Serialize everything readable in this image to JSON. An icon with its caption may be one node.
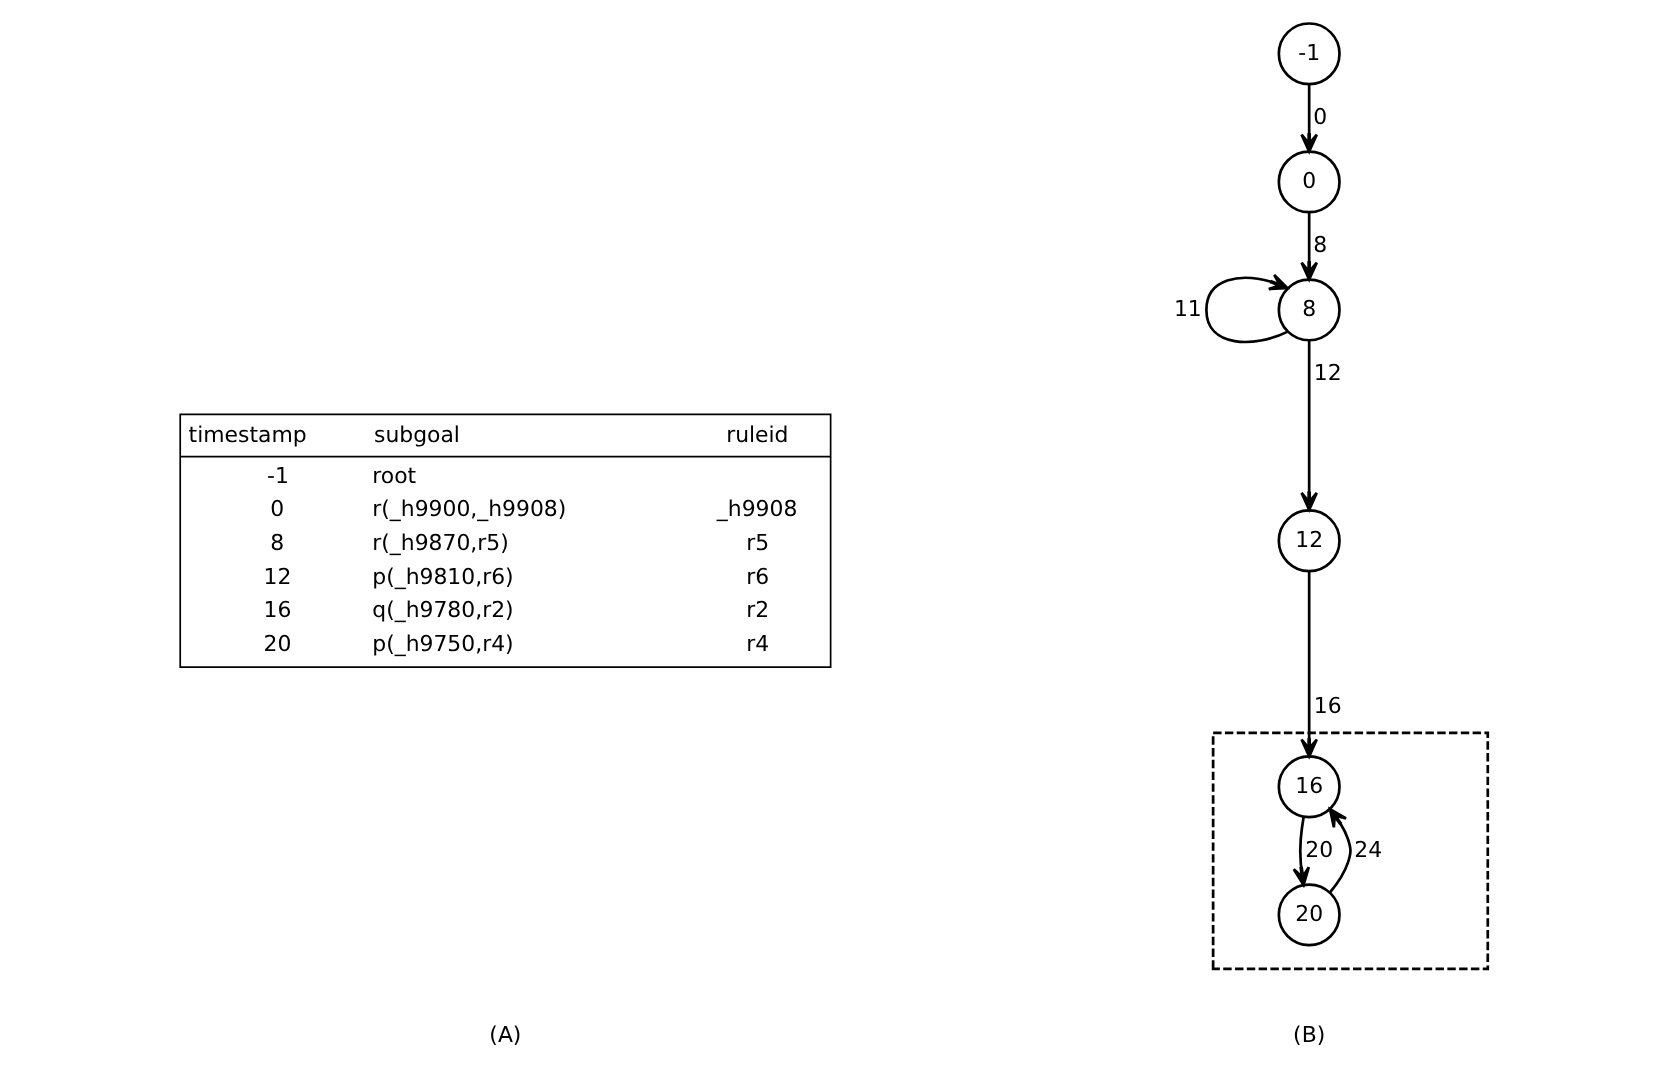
{
  "diagram": {
    "nodes": [
      {
        "text": [
          "-1"
        ]
      },
      {
        "text": [
          "0"
        ]
      },
      {
        "text": [
          "8"
        ]
      },
      {
        "text": [
          "12"
        ]
      },
      {
        "text": [],
        "shape": "box"
      },
      {
        "text": [
          "16"
        ],
        "in": 4
      },
      {
        "text": [
          "20"
        ],
        "in": 4
      }
    ],
    "edges": [
      {
        "from": 0,
        "to": 1,
        "arrow": "to",
        "label": "0"
      },
      {
        "from": 1,
        "to": 2,
        "arrow": "to",
        "label": "8"
      },
      {
        "from": 2,
        "to": 2,
        "arrow": "to",
        "label": "11"
      },
      {
        "from": 2,
        "to": 3,
        "arrow": "to",
        "label": "12"
      },
      {
        "from": 3,
        "to": 5,
        "arrow": "to",
        "label": "16"
      },
      {
        "from": 5,
        "to": 6,
        "arrow": "to",
        "label": "20"
      },
      {
        "from": 6,
        "to": 5,
        "arrow": "to",
        "label": "24"
      }
    ],
    "labels": [
      "timestamp",
      "subgoal",
      "ruleid",
      "-1",
      "root",
      "0",
      "r(_h9900,_h9908)",
      "_h9908",
      "8",
      "r(_h9870,r5)",
      "r5",
      "12",
      "p(_h9810,r6)",
      "r6",
      "16",
      "q(_h9780,r2)",
      "r2",
      "20",
      "p(_h9750,r4)",
      "r4",
      "(A)",
      "(B)"
    ]
  }
}
